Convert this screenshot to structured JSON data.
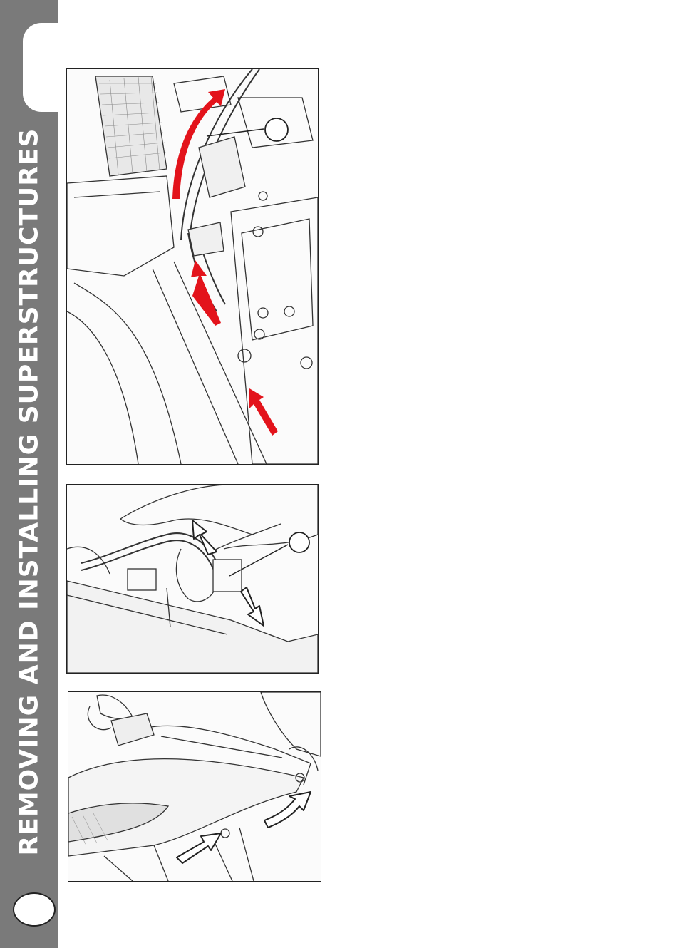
{
  "sidebar": {
    "title": "REMOVING AND INSTALLING SUPERSTRUCTURES",
    "band_color": "#7a7a7a"
  },
  "figures": [
    {
      "id": "fig1",
      "callouts": 1,
      "arrow_color": "#e3131b"
    },
    {
      "id": "fig2",
      "callouts": 1,
      "arrow_style": "outline"
    },
    {
      "id": "fig3",
      "callouts": 0,
      "arrow_style": "outline"
    }
  ]
}
